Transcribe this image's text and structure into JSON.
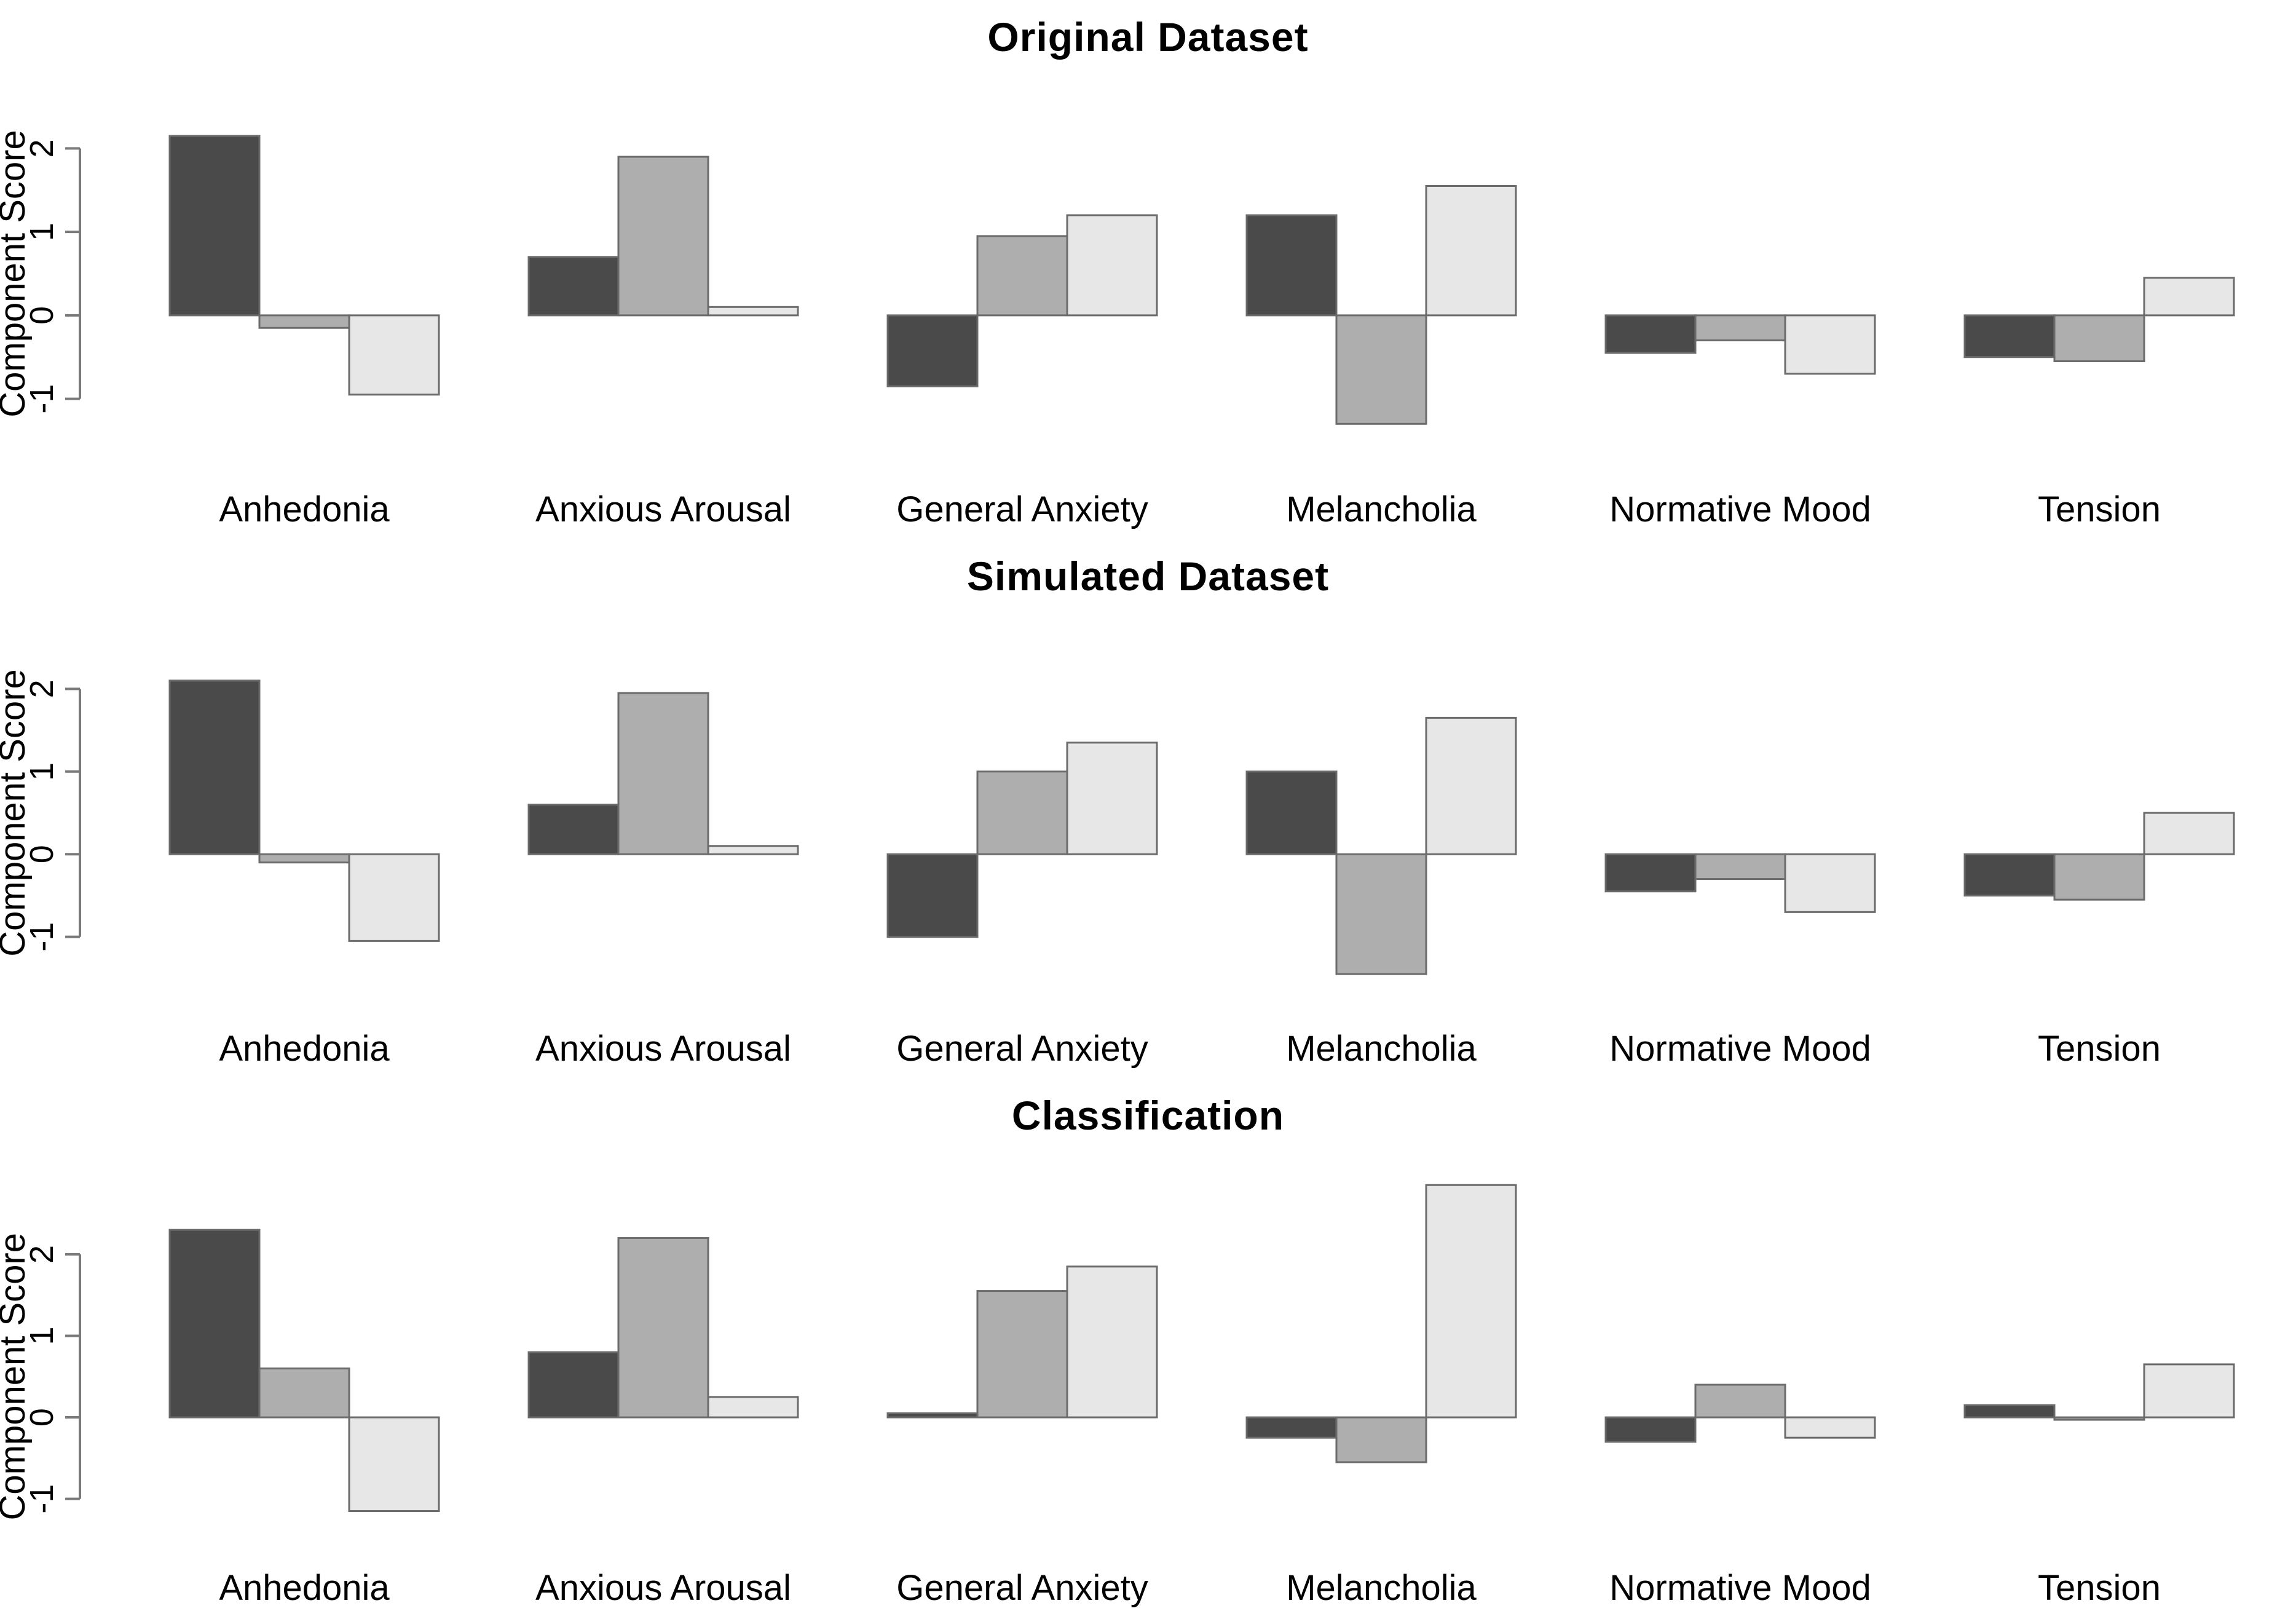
{
  "page": {
    "background": "#ffffff",
    "text_color": "#000000"
  },
  "colors": {
    "component_dark": "#4a4a4a",
    "component_medium": "#aeaeae",
    "component_light": "#e7e7e7",
    "bar_border": "#6b6b6b",
    "axis": "#7a7a7a"
  },
  "chart_data": [
    {
      "type": "bar",
      "title": "Original Dataset",
      "ylabel": "Component Score",
      "categories": [
        "Anhedonia",
        "Anxious Arousal",
        "General Anxiety",
        "Melancholia",
        "Normative Mood",
        "Tension"
      ],
      "yticks": [
        -1,
        0,
        1,
        2
      ],
      "ylim": [
        -1.6,
        2.6
      ],
      "grid": false,
      "legend": "none",
      "series": [
        {
          "name": "dark-gray",
          "color": "#4a4a4a",
          "values": [
            2.15,
            0.7,
            -0.85,
            1.2,
            -0.45,
            -0.5
          ]
        },
        {
          "name": "medium-gray",
          "color": "#aeaeae",
          "values": [
            -0.15,
            1.9,
            0.95,
            -1.3,
            -0.3,
            -0.55
          ]
        },
        {
          "name": "light-gray",
          "color": "#e7e7e7",
          "values": [
            -0.95,
            0.1,
            1.2,
            1.55,
            -0.7,
            0.45
          ]
        }
      ]
    },
    {
      "type": "bar",
      "title": "Simulated Dataset",
      "ylabel": "Component Score",
      "categories": [
        "Anhedonia",
        "Anxious Arousal",
        "General Anxiety",
        "Melancholia",
        "Normative Mood",
        "Tension"
      ],
      "yticks": [
        -1,
        0,
        1,
        2
      ],
      "ylim": [
        -1.62,
        2.62
      ],
      "grid": false,
      "legend": "none",
      "series": [
        {
          "name": "dark-gray",
          "color": "#4a4a4a",
          "values": [
            2.1,
            0.6,
            -1.0,
            1.0,
            -0.45,
            -0.5
          ]
        },
        {
          "name": "medium-gray",
          "color": "#aeaeae",
          "values": [
            -0.1,
            1.95,
            1.0,
            -1.45,
            -0.3,
            -0.55
          ]
        },
        {
          "name": "light-gray",
          "color": "#e7e7e7",
          "values": [
            -1.05,
            0.1,
            1.35,
            1.65,
            -0.7,
            0.5
          ]
        }
      ]
    },
    {
      "type": "bar",
      "title": "Classification",
      "ylabel": "Component Score",
      "categories": [
        "Anhedonia",
        "Anxious Arousal",
        "General Anxiety",
        "Melancholia",
        "Normative Mood",
        "Tension"
      ],
      "yticks": [
        -1,
        0,
        1,
        2
      ],
      "ylim": [
        -1.35,
        2.95
      ],
      "grid": false,
      "legend": "none",
      "series": [
        {
          "name": "dark-gray",
          "color": "#4a4a4a",
          "values": [
            2.3,
            0.8,
            0.05,
            -0.25,
            -0.3,
            0.15
          ]
        },
        {
          "name": "medium-gray",
          "color": "#aeaeae",
          "values": [
            0.6,
            2.2,
            1.55,
            -0.55,
            0.4,
            -0.03
          ]
        },
        {
          "name": "light-gray",
          "color": "#e7e7e7",
          "values": [
            -1.15,
            0.25,
            1.85,
            2.85,
            -0.25,
            0.65
          ]
        }
      ]
    }
  ]
}
